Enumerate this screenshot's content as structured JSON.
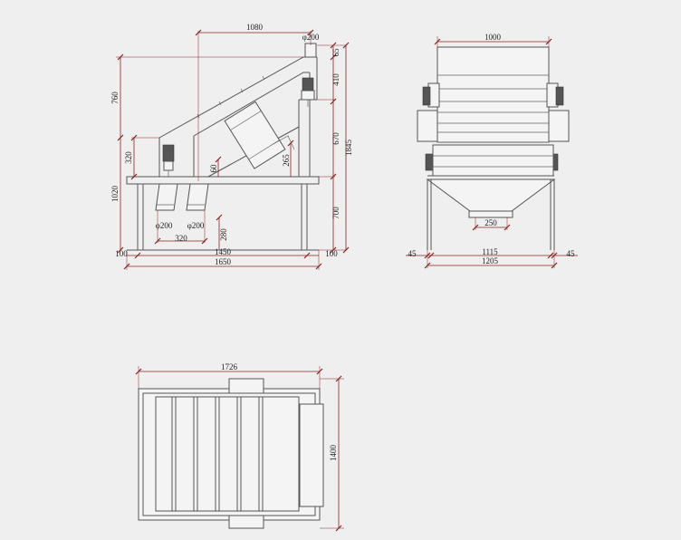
{
  "side_view": {
    "top_width": "1080",
    "outlet_diameter_top": "φ200",
    "height_760": "760",
    "height_320": "320",
    "height_1020": "1020",
    "height_65": "65",
    "height_410": "410",
    "height_670": "670",
    "height_1845": "1845",
    "height_700": "700",
    "height_60": "60",
    "height_265": "265",
    "height_280": "280",
    "outlet_diameter_left": "φ200",
    "outlet_diameter_right": "φ200",
    "outlet_spacing": "320",
    "left_margin": "100",
    "right_margin": "100",
    "frame_width": "1450",
    "overall_width": "1650"
  },
  "front_view": {
    "top_width": "1000",
    "discharge_width": "250",
    "left_margin": "45",
    "right_margin": "45",
    "inner_width": "1115",
    "overall_width": "1205"
  },
  "plan_view": {
    "overall_length": "1726",
    "overall_width": "1400"
  }
}
